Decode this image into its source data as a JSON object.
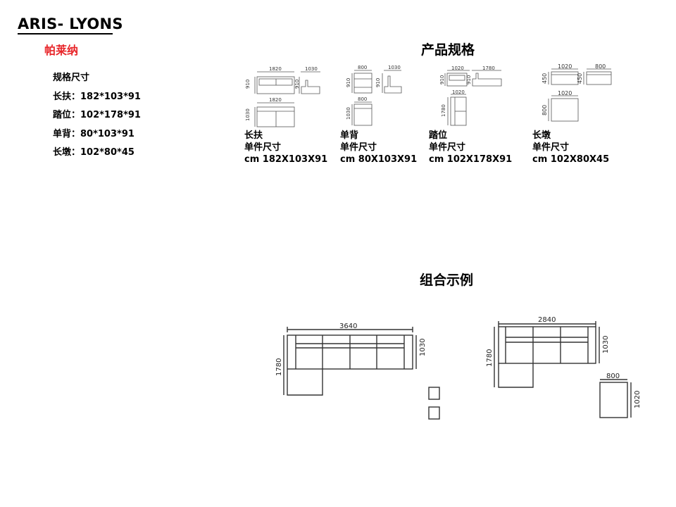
{
  "header": {
    "title": "ARIS- LYONS",
    "subtitle": "帕莱纳"
  },
  "specs": {
    "heading": "规格尺寸",
    "lines": [
      "长扶：182*103*91",
      "踏位：102*178*91",
      "单背：80*103*91",
      "长墩：102*80*45"
    ]
  },
  "product_spec": {
    "title": "产品规格",
    "items": [
      {
        "name": "长扶",
        "unit": "单件尺寸",
        "size": "cm 182X103X91"
      },
      {
        "name": "单背",
        "unit": "单件尺寸",
        "size": "cm 80X103X91"
      },
      {
        "name": "踏位",
        "unit": "单件尺寸",
        "size": "cm 102X178X91"
      },
      {
        "name": "长墩",
        "unit": "单件尺寸",
        "size": "cm 102X80X45"
      }
    ],
    "dims": {
      "a_w": "1820",
      "a_h": "910",
      "a_side_w": "1030",
      "a_side_h": "910",
      "a_top_w": "1820",
      "a_top_h": "1030",
      "b_w": "800",
      "b_h": "910",
      "b_side_w": "1030",
      "b_side_h": "910",
      "b_top_w": "800",
      "b_top_h": "1030",
      "c_w": "1020",
      "c_h": "910",
      "c_side_w": "1780",
      "c_side_h": "910",
      "c_top_w": "1020",
      "c_top_h": "1780",
      "d_w": "1020",
      "d_h": "450",
      "d_side_w": "800",
      "d_side_h": "450",
      "d_top_w": "1020",
      "d_top_h": "800"
    }
  },
  "combination": {
    "title": "组合示例",
    "left": {
      "width": "3640",
      "depth": "1030",
      "length": "1780"
    },
    "right": {
      "width": "2840",
      "depth": "1030",
      "length": "1780",
      "ottoman_w": "800",
      "ottoman_d": "1020"
    }
  }
}
